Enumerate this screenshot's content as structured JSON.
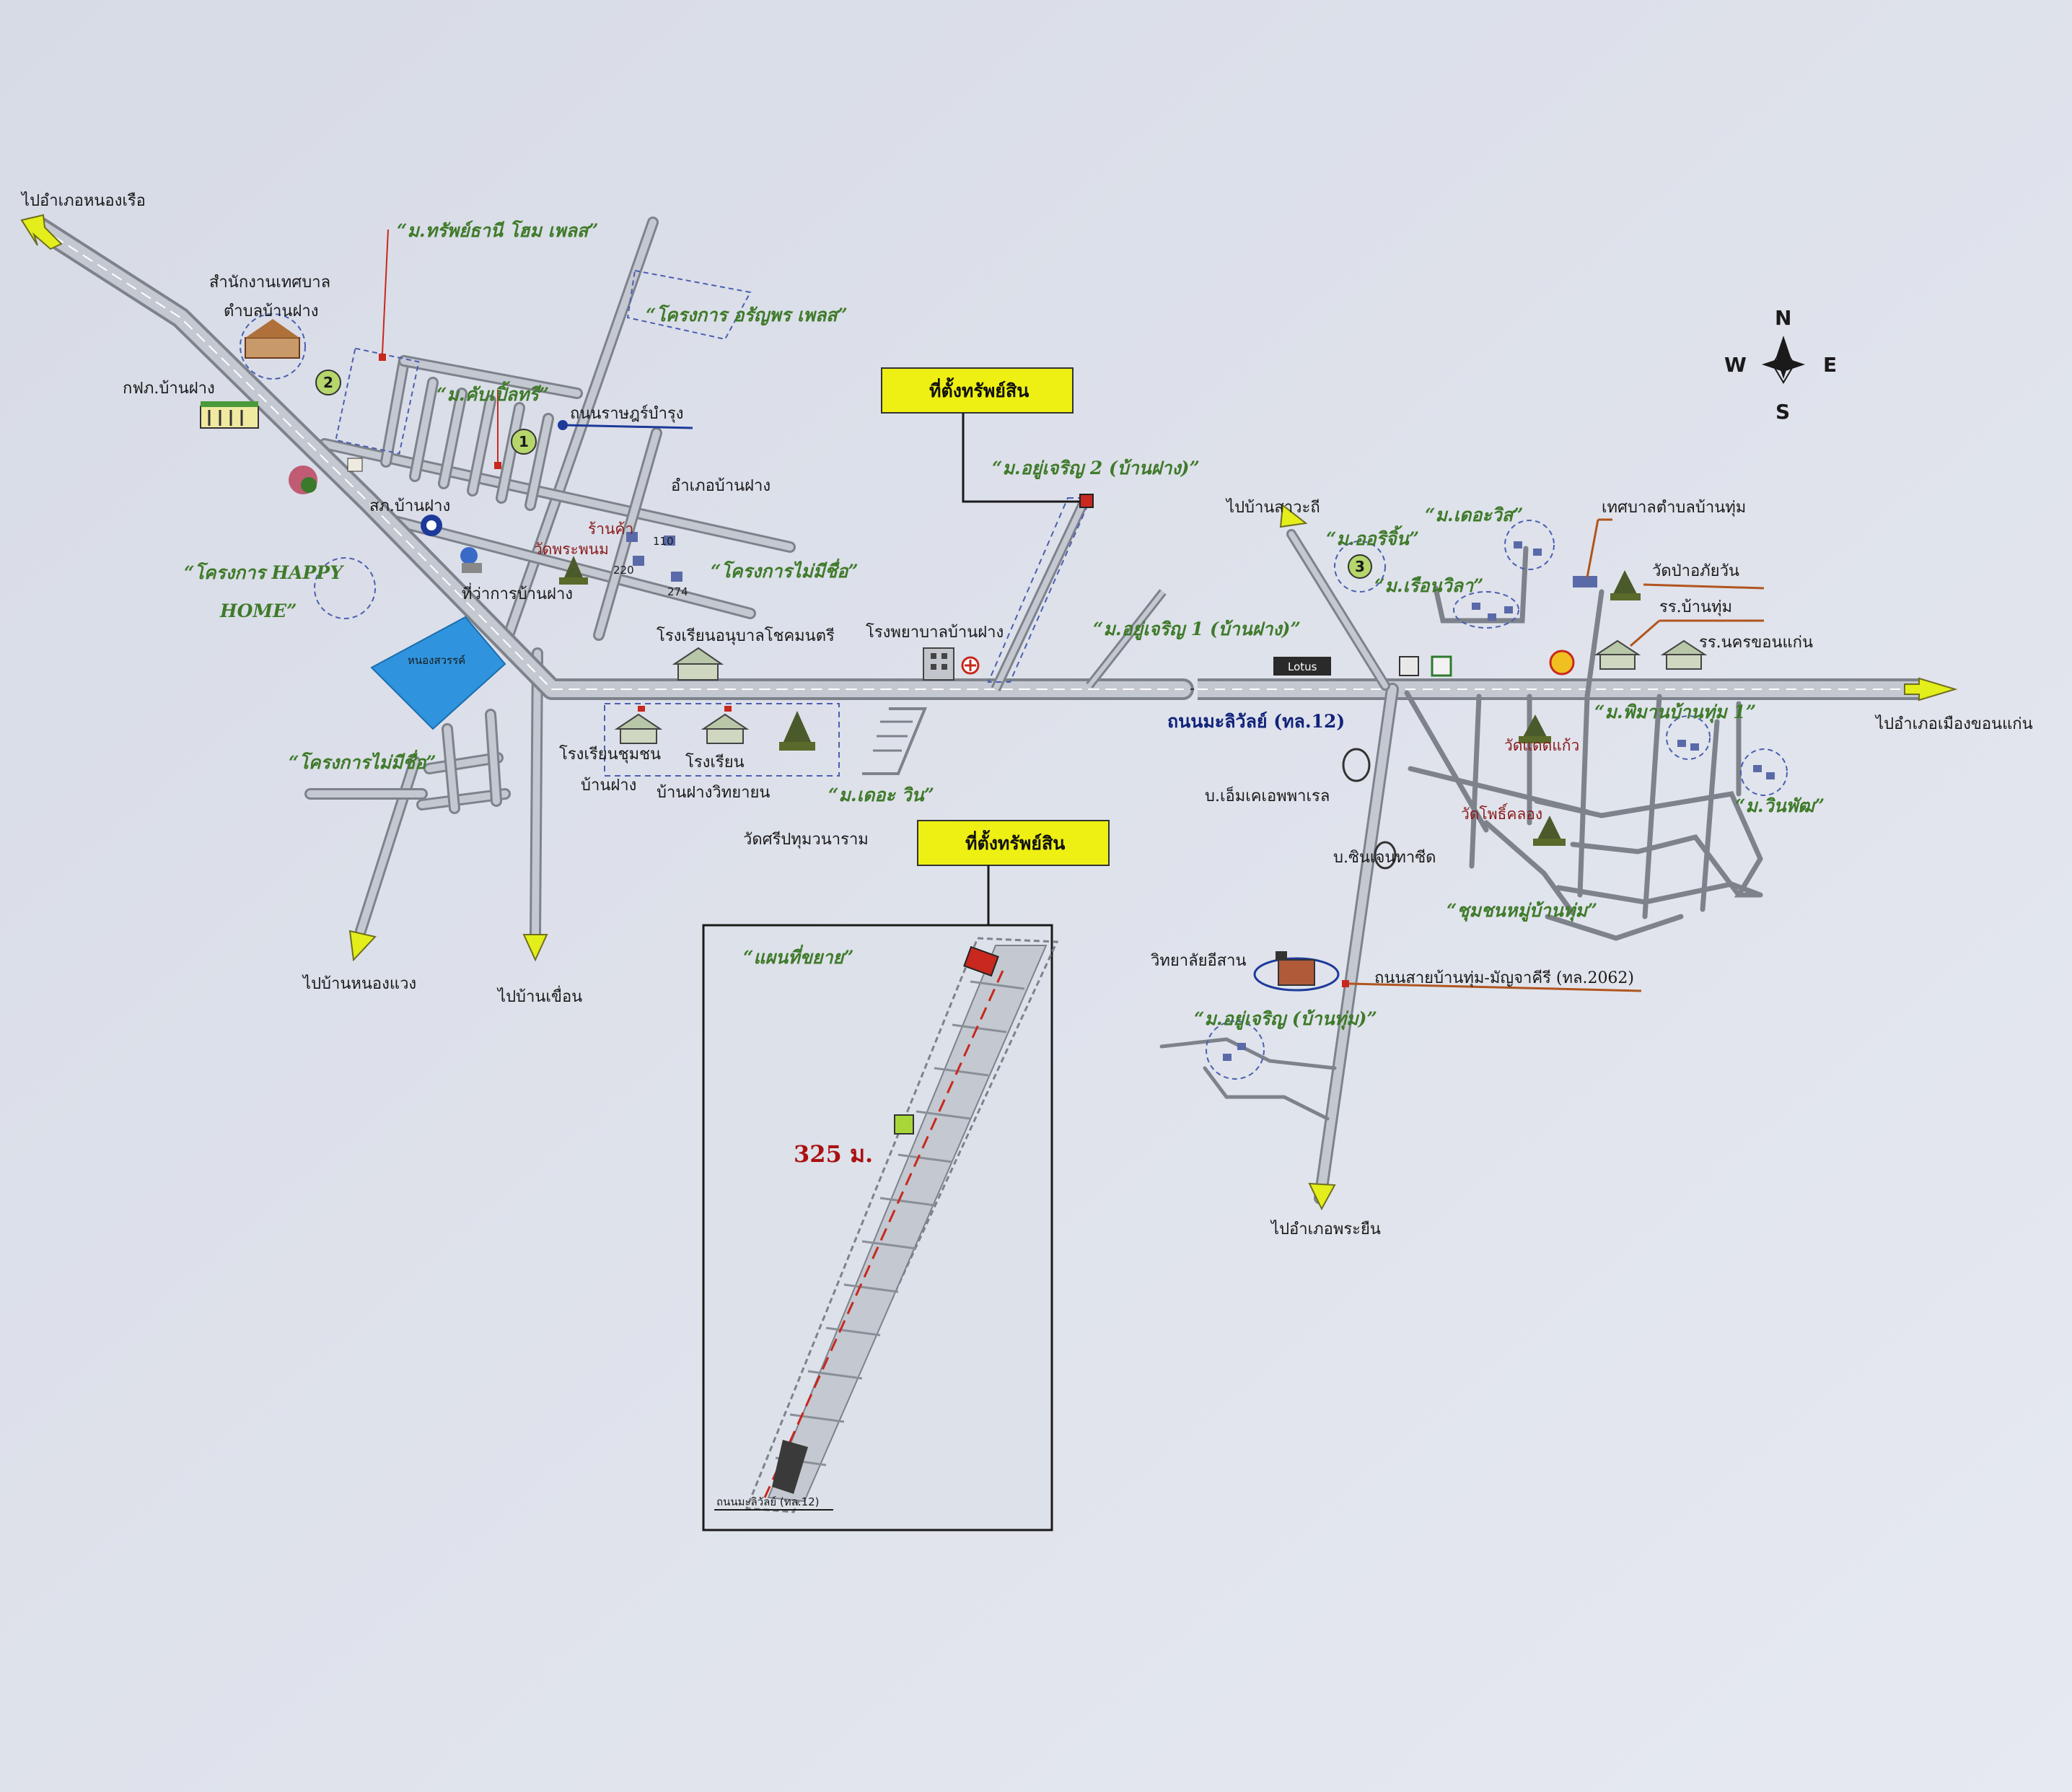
{
  "colors": {
    "background": "#dfe3ec",
    "road_fill": "#c4c8d0",
    "road_edge": "#7d828b",
    "arrow": "#e3ee1a",
    "sign_fill": "#eef013",
    "reservoir": "#2f94dd",
    "project_text": "#3f7a2a",
    "road_text": "#12237a",
    "temple_text": "#8a1a1a",
    "marker": "#c8281e",
    "circle": "#4b5fb0"
  },
  "directions": {
    "nongruea": "ไปอำเภอหนองเรือ",
    "khonkaen": "ไปอำเภอเมืองขอนแก่น",
    "phrayuen": "ไปอำเภอพระยืน",
    "nongwaeng": "ไปบ้านหนองแวง",
    "khuean": "ไปบ้านเขื่อน",
    "sawathi": "ไปบ้านสาวะถี"
  },
  "compass": {
    "n": "N",
    "s": "S",
    "e": "E",
    "w": "W"
  },
  "signs": {
    "property_top": "ที่ตั้งทรัพย์สิน",
    "property_bottom": "ที่ตั้งทรัพย์สิน"
  },
  "projects": {
    "sapthani": "“ม.ทรัพย์ธานี โฮม เพลส”",
    "aranporn": "“โครงการ อรัญพร เพลส”",
    "capital": "“ม.คับเปิ้ลทรี”",
    "happy_1": "“โครงการ HAPPY",
    "happy_2": "HOME”",
    "no_name_1": "“โครงการไม่มีชื่อ”",
    "no_name_2": "“โครงการไม่มีชื่อ”",
    "yucharoen2": "“ม.อยู่เจริญ 2 (บ้านฝาง)”",
    "yucharoen1": "“ม.อยู่เจริญ 1 (บ้านฝาง)”",
    "the_win": "“ม.เดอะ วิน”",
    "arise": "“ม.ออริจิ้น”",
    "the_vis": "“ม.เดอะวิส”",
    "ruanwila": "“ม.เรือนวิลา”",
    "pimarn": "“ม.พิมานบ้านทุ่ม 1”",
    "winpho": "“ม.วินพัฒ”",
    "yucharoen_thum": "“ม.อยู่เจริญ (บ้านทุ่ม)”",
    "community": "“ชุมชนหมู่บ้านทุ่ม”",
    "expanded": "“แผนที่ขยาย”"
  },
  "places": {
    "municipal_1": "สำนักงานเทศบาล",
    "municipal_2": "ตำบลบ้านฝาง",
    "pea": "กฟภ.บ้านฝาง",
    "police": "สภ.บ้านฝาง",
    "district_office": "ที่ว่าการบ้านฝาง",
    "district": "อำเภอบ้านฝาง",
    "reservoir": "หนองสวรรค์",
    "kindergarten": "โรงเรียนอนุบาลโชคมนตรี",
    "hospital": "โรงพยาบาลบ้านฝาง",
    "community_school_1": "โรงเรียนชุมชน",
    "community_school_2": "บ้านฝาง",
    "wittaya_school_1": "โรงเรียน",
    "wittaya_school_2": "บ้านฝางวิทยายน",
    "wat_sri": "วัดศรีปทุมวนาราม",
    "shop": "ร้านค้า",
    "wat_phanom": "วัดพระพนม",
    "lotus": "Lotus",
    "em_fuel": "บ.เอ็มเคเอพพาเรล",
    "sinjen": "บ.ซินเจนทาซีด",
    "college": "วิทยาลัยอีสาน",
    "thum_municipal": "เทศบาลตำบลบ้านทุ่ม",
    "wat_pa": "วัดป่าอภัยวัน",
    "thum_school": "รร.บ้านทุ่ม",
    "khonkaen_school": "รร.นครขอนแก่น",
    "wat_lat": "วัดแดดแก้ว",
    "wat_pho": "วัดโพธิ์คลอง"
  },
  "roads": {
    "mittraphap": "ถนนมะลิวัลย์ (ทล.12)",
    "ratchaburi": "ถนนราษฎร์บำรุง",
    "thum_road": "ถนนสายบ้านทุ่ม-มัญจาคีรี (ทล.2062)"
  },
  "numbers": {
    "n110": "110",
    "n220": "220",
    "n274": "274",
    "c1": "1",
    "c2": "2",
    "c3": "3"
  },
  "inset": {
    "distance": "325 ม.",
    "footer": "ถนนมะลิวัลย์ (ทล.12)"
  }
}
